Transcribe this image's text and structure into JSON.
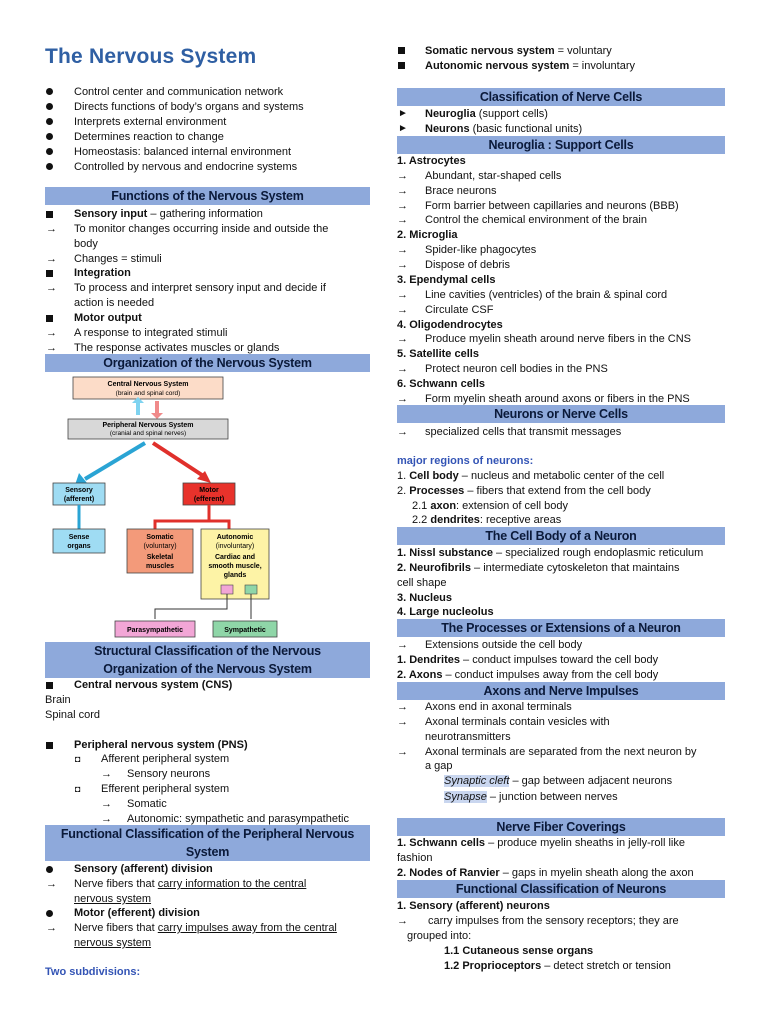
{
  "title": "The Nervous System",
  "intro_bullets": [
    "Control center and communication network",
    "Directs functions of body’s organs and systems",
    "Interprets external environment",
    "Determines reaction to change",
    "Homeostasis: balanced internal environment",
    "Controlled by nervous and endocrine systems"
  ],
  "functions": {
    "header": "Functions of the Nervous System",
    "sensory_title": "Sensory input",
    "sensory_rest": " – gathering information",
    "sensory_a1": "To monitor changes occurring inside and outside the",
    "sensory_a1b": "body",
    "sensory_a2": "Changes = stimuli",
    "integration_title": "Integration",
    "integration_a1": "To process and interpret sensory input and decide if",
    "integration_a1b": "action is needed",
    "motor_title": "Motor output",
    "motor_a1": "A response to integrated stimuli",
    "motor_a2": "The response activates muscles or glands"
  },
  "organization_header": "Organization of the Nervous System",
  "diagram": {
    "cns_title": "Central Nervous System",
    "cns_sub": "(brain and spinal cord)",
    "pns_title": "Peripheral Nervous System",
    "pns_sub": "(cranial and spinal nerves)",
    "sensory_1": "Sensory",
    "sensory_2": "(afferent)",
    "motor_1": "Motor",
    "motor_2": "(efferent)",
    "sense_1": "Sense",
    "sense_2": "organs",
    "somatic_1": "Somatic",
    "somatic_2": "(voluntary)",
    "somatic_3": "Skeletal",
    "somatic_4": "muscles",
    "auto_1": "Autonomic",
    "auto_2": "(involuntary)",
    "auto_3": "Cardiac and",
    "auto_4": "smooth muscle,",
    "auto_5": "glands",
    "para": "Parasympathetic",
    "symp": "Sympathetic"
  },
  "structural": {
    "header_1": "Structural Classification of the Nervous",
    "header_2": "Organization of the Nervous System",
    "cns": "Central nervous system (CNS)",
    "brain": "Brain",
    "cord": "Spinal cord",
    "pns": "Peripheral nervous system (PNS)",
    "afferent": "Afferent peripheral system",
    "sensory_neurons": "Sensory neurons",
    "efferent": "Efferent peripheral system",
    "somatic": "Somatic",
    "autonomic": "Autonomic: sympathetic and parasympathetic"
  },
  "functional_pns": {
    "header_1": "Functional Classification of the Peripheral Nervous",
    "header_2": "System",
    "sensory_div": "Sensory (afferent) division",
    "sensory_a_pre": "Nerve fibers that ",
    "sensory_a_u": "carry information to the central",
    "sensory_a_u2": "nervous system",
    "motor_div": "Motor (efferent) division",
    "motor_a_pre": "Nerve fibers that ",
    "motor_a_u": "carry impulses away from the central",
    "motor_a_u2": "nervous system",
    "two_sub": "Two subdivisions:"
  },
  "right": {
    "somatic_b": "Somatic nervous system",
    "somatic_r": " = voluntary",
    "auto_b": "Autonomic nervous system",
    "auto_r": " = involuntary",
    "class_header": "Classification of Nerve Cells",
    "neuroglia_b": "Neuroglia",
    "neuroglia_r": " (support cells)",
    "neurons_b": "Neurons",
    "neurons_r": " (basic functional units)",
    "support_header": "Neuroglia : Support Cells",
    "astro": "1. Astrocytes",
    "astro_1": "Abundant, star-shaped cells",
    "astro_2": "Brace neurons",
    "astro_3": "Form barrier between capillaries and neurons (BBB)",
    "astro_4": "Control the chemical environment of the brain",
    "micro": "2. Microglia",
    "micro_1": "Spider-like phagocytes",
    "micro_2": "Dispose of debris",
    "epen": "3. Ependymal cells",
    "epen_1": "Line cavities (ventricles) of the brain & spinal cord",
    "epen_2": "Circulate CSF",
    "oligo": "4. Oligodendrocytes",
    "oligo_1": "Produce myelin sheath around nerve fibers in the CNS",
    "sat": "5. Satellite cells",
    "sat_1": "Protect neuron cell bodies in the PNS",
    "schw": "6. Schwann cells",
    "schw_1": "Form myelin sheath around axons or fibers in the PNS",
    "neurons_header": "Neurons or Nerve Cells",
    "neurons_1": "specialized cells that transmit messages",
    "major": "major regions of neurons:",
    "cb_n": "1. ",
    "cb_b": "Cell body",
    "cb_r": " – nucleus and metabolic center of the cell",
    "pr_n": "2. ",
    "pr_b": "Processes",
    "pr_r": " – fibers that extend from the cell body",
    "ax_n": "2.1 ",
    "ax_b": "axon",
    "ax_r": ": extension of cell body",
    "de_n": "2.2 ",
    "de_b": "dendrites",
    "de_r": ": receptive areas",
    "cellbody_header": "The Cell Body of a Neuron",
    "nissl_b": "1. Nissl substance",
    "nissl_r": " – specialized rough endoplasmic reticulum",
    "neuro_b": "2. Neurofibrils",
    "neuro_r": " – intermediate cytoskeleton that maintains",
    "neuro_r2": "cell shape",
    "nucleus": "3. Nucleus",
    "nucleolus": "4. Large nucleolus",
    "processes_header": "The Processes or Extensions of a Neuron",
    "proc_1": "Extensions outside the cell body",
    "dend_b": "1. Dendrites",
    "dend_r": " – conduct impulses toward the cell body",
    "axons_b": "2. Axons",
    "axons_r": " – conduct impulses away from the cell body",
    "impulses_header": "Axons and Nerve Impulses",
    "imp_1": "Axons end in axonal terminals",
    "imp_2": "Axonal terminals contain vesicles with",
    "imp_2b": "neurotransmitters",
    "imp_3": "Axonal terminals are separated from the next neuron by",
    "imp_3b": "a gap",
    "cleft_i": "Synaptic cleft",
    "cleft_r": " – gap between adjacent neurons",
    "synapse_i": "Synapse",
    "synapse_r": " – junction between nerves",
    "coverings_header": "Nerve Fiber Coverings",
    "schw2_b": "1. Schwann cells",
    "schw2_r": " – produce myelin sheaths in jelly-roll like",
    "schw2_r2": "fashion",
    "ranv_b": "2. Nodes of Ranvier",
    "ranv_r": " – gaps in myelin sheath along the axon",
    "funcneur_header": "Functional Classification of Neurons",
    "sens_b": "1. Sensory (afferent) neurons",
    "sens_1": "carry impulses from the sensory receptors; they are",
    "sens_1b": "grouped into:",
    "cut_b": "1.1 Cutaneous sense organs",
    "prop_b": "1.2 Proprioceptors",
    "prop_r": " – detect stretch or tension"
  }
}
